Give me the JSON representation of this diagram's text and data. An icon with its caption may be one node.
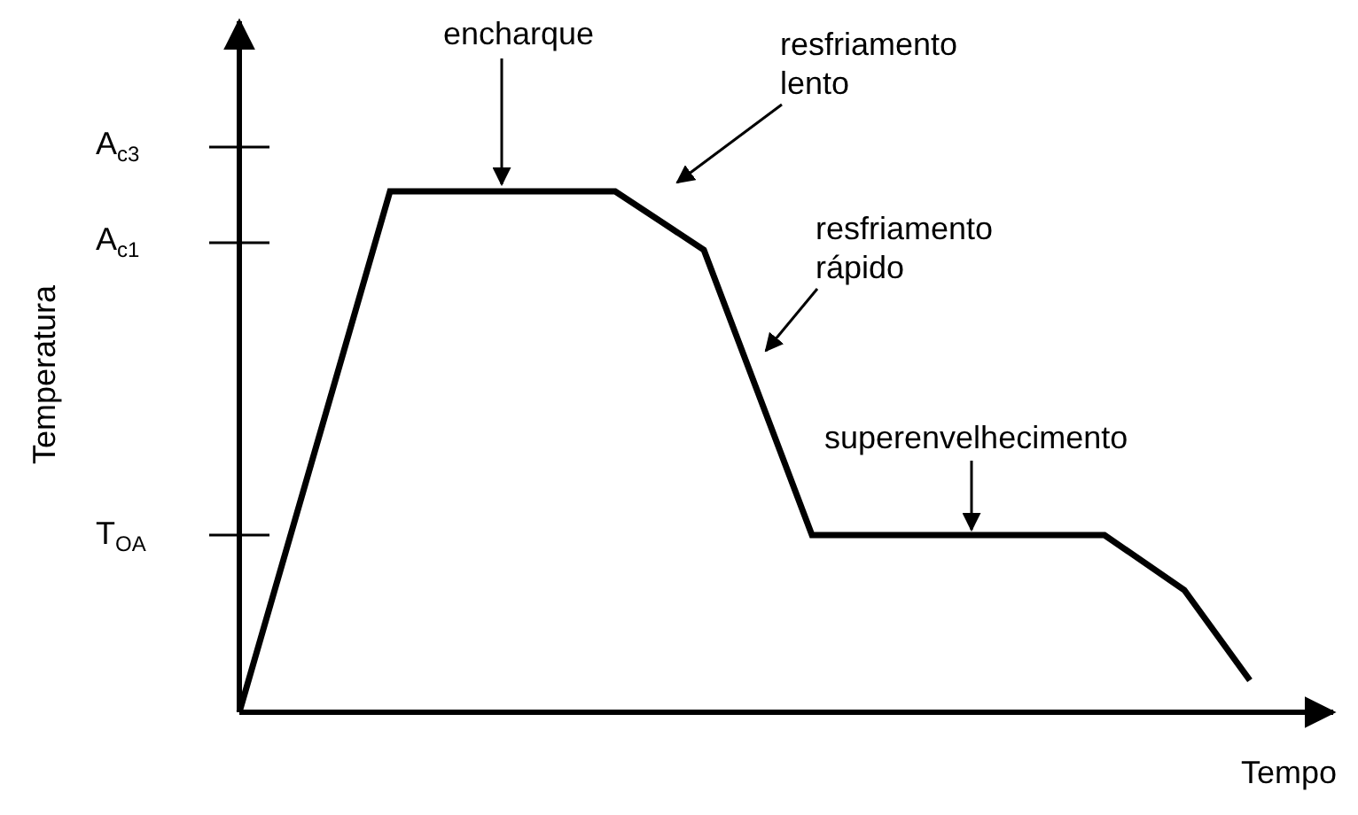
{
  "diagram": {
    "nodes": [
      {
        "text": [
          "encharque"
        ]
      },
      {
        "text": [
          "resfriamento lento"
        ]
      },
      {
        "text": [
          "resfriamento rápido"
        ]
      },
      {
        "text": [
          "superenvelhecimento"
        ]
      }
    ],
    "edges": [
      {
        "from": 0,
        "to": null,
        "arrow": "to"
      },
      {
        "from": 1,
        "to": null,
        "arrow": "to"
      },
      {
        "from": 2,
        "to": null,
        "arrow": "to"
      },
      {
        "from": 3,
        "to": null,
        "arrow": "to"
      }
    ],
    "labels": [
      "A$_{c3}$",
      "A$_{c1}$",
      "Temperatura",
      "T$_{OA}$",
      "Tempo"
    ]
  }
}
